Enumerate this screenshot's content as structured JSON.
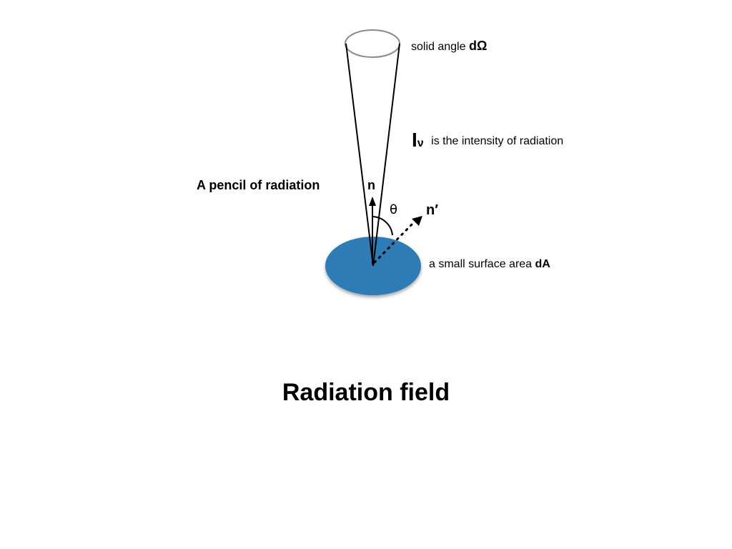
{
  "slide": {
    "title": "Radiation field"
  },
  "labels": {
    "solid_angle_text": "solid angle ",
    "solid_angle_symbol": "dΩ",
    "intensity_symbol": "I",
    "intensity_subscript": "ν",
    "intensity_text": "is the intensity of radiation",
    "pencil": "A pencil of radiation",
    "normal": "n",
    "theta": "θ",
    "n_prime": "n′",
    "surface_text": "a small surface area ",
    "surface_symbol": "dA"
  },
  "colors": {
    "surface_fill": "#2e7bb5",
    "ellipse_stroke": "#8a8a8a",
    "line": "#000000"
  }
}
